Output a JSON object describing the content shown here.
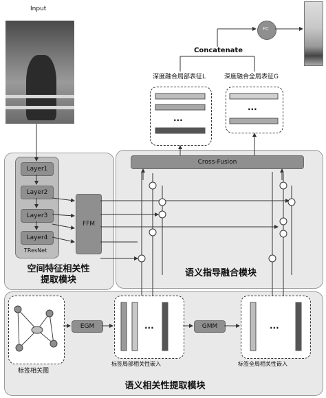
{
  "input_label": "Input",
  "backbone": {
    "layers": [
      "Layer1",
      "Layer2",
      "Layer3",
      "Layer4"
    ],
    "name": "TResNet"
  },
  "ffm_label": "FFM",
  "cross_fusion_label": "Cross-Fusion",
  "concatenate_label": "Concatenate",
  "fc_label": "FC",
  "local_rep_label": "深度融合局部表征L",
  "global_rep_label": "深度融合全局表征G",
  "spatial_module_label": "空间特征相关性\n提取模块",
  "semantic_guided_label": "语义指导融合模块",
  "semantic_corr_label": "语义相关性提取模块",
  "egm_label": "EGM",
  "gmm_label": "GMM",
  "label_graph_label": "标签相关图",
  "local_embed_label": "标签局部相关性嵌入",
  "global_embed_label": "标签全局相关性嵌入",
  "ellipsis": "···"
}
